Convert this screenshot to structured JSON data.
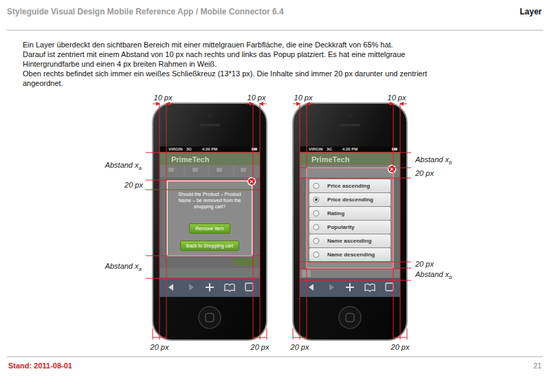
{
  "diagram": {
    "title": "Styleguide Visual Design Mobile Reference App / Mobile Connector 6.4",
    "nodes": [
      {
        "text": [
          "Should the Product – Product Name – be removed from the shopping cart?"
        ]
      },
      {
        "text": [
          "Remove Item"
        ],
        "in": 0
      },
      {
        "text": [
          "Back to Shopping cart"
        ],
        "in": 0
      },
      {
        "text": [
          "Price ascending"
        ]
      },
      {
        "text": [
          "Price descending"
        ]
      },
      {
        "text": [
          "Rating"
        ]
      },
      {
        "text": [
          "Popularity"
        ]
      },
      {
        "text": [
          "Name ascending"
        ]
      },
      {
        "text": [
          "Name descending"
        ]
      }
    ],
    "labels": [
      "Layer",
      "Ein Layer überdeckt den sichtbaren Bereich mit einer mittelgrauen Farbfläche, die eine Deckkraft von 65% hat.",
      "Darauf ist zentriert mit einem Abstand von 10 px nach rechts und links das Popup platziert. Es hat eine mittelgraue Hintergrundfarbe und einen 4 px breiten Rahmen in Weiß.",
      "Oben rechts befindet sich immer ein weißes Schließkreuz (13*13 px). Die Inhalte sind immer 20 px darunter und zentriert angeordnet.",
      "10 px",
      "10 px",
      "10 px",
      "10 px",
      "Abstand x",
      "a",
      "20 px",
      "Abstand x",
      "a",
      "Abstand x",
      "b",
      "20 px",
      "20 px",
      "Abstand x",
      "b",
      "20 px",
      "20 px",
      "20 px",
      "20 px",
      "VIRGIN",
      "3G",
      "4:20 PM",
      "PrimeTech",
      "VIRGIN",
      "3G",
      "4:20 PM",
      "PrimeTech",
      "Stand: 2011-08-01",
      "21"
    ]
  }
}
